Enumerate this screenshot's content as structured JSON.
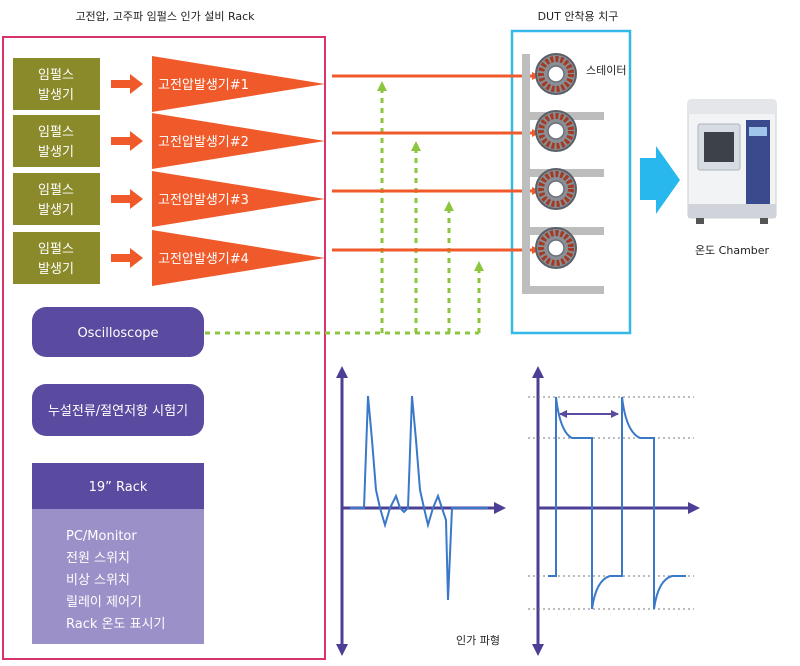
{
  "rack_title": "고전압, 고주파 임펄스 인가 설비 Rack",
  "fixture_title": "DUT 안착용 치구",
  "stator_label": "스테이터",
  "chamber_label": "온도 Chamber",
  "impulse_generators": [
    {
      "line1": "임펄스",
      "line2": "발생기"
    },
    {
      "line1": "임펄스",
      "line2": "발생기"
    },
    {
      "line1": "임펄스",
      "line2": "발생기"
    },
    {
      "line1": "임펄스",
      "line2": "발생기"
    }
  ],
  "hv_generators": [
    "고전압발생기#1",
    "고전압발생기#2",
    "고전압발생기#3",
    "고전압발생기#4"
  ],
  "oscilloscope_label": "Oscilloscope",
  "tester_label": "누설전류/절연저항 시험기",
  "rack19": {
    "header": "19” Rack",
    "items": [
      "PC/Monitor",
      "전원 스위치",
      "비상 스위치",
      "릴레이 제어기",
      "Rack 온도 표시기"
    ]
  },
  "waveform_label": "인가 파형",
  "colors": {
    "rack_border": "#d9336b",
    "fixture_border": "#33b8e8",
    "olive": "#8b8a2a",
    "hv_orange": "#f05a2a",
    "purple": "#5a4aa0",
    "rack19_body": "#9c90c8",
    "dashed_green": "#8cc63f",
    "big_arrow": "#29b8ee",
    "wave_blue": "#3a78c8",
    "axis_purple": "#4b3f96"
  }
}
